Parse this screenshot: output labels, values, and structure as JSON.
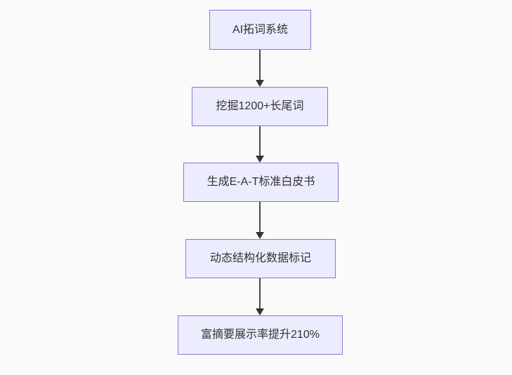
{
  "diagram": {
    "type": "flowchart",
    "direction": "top-down",
    "nodes": [
      {
        "id": "n1",
        "label": "AI拓词系统"
      },
      {
        "id": "n2",
        "label": "挖掘1200+长尾词"
      },
      {
        "id": "n3",
        "label": "生成E-A-T标准白皮书"
      },
      {
        "id": "n4",
        "label": "动态结构化数据标记"
      },
      {
        "id": "n5",
        "label": "富摘要展示率提升210%"
      }
    ],
    "edges": [
      {
        "from": "n1",
        "to": "n2"
      },
      {
        "from": "n2",
        "to": "n3"
      },
      {
        "from": "n3",
        "to": "n4"
      },
      {
        "from": "n4",
        "to": "n5"
      }
    ],
    "colors": {
      "node_fill": "#ECECFF",
      "node_border": "#9370DB",
      "text": "#333333",
      "arrow": "#333333",
      "background": "#FAFAFA"
    }
  }
}
